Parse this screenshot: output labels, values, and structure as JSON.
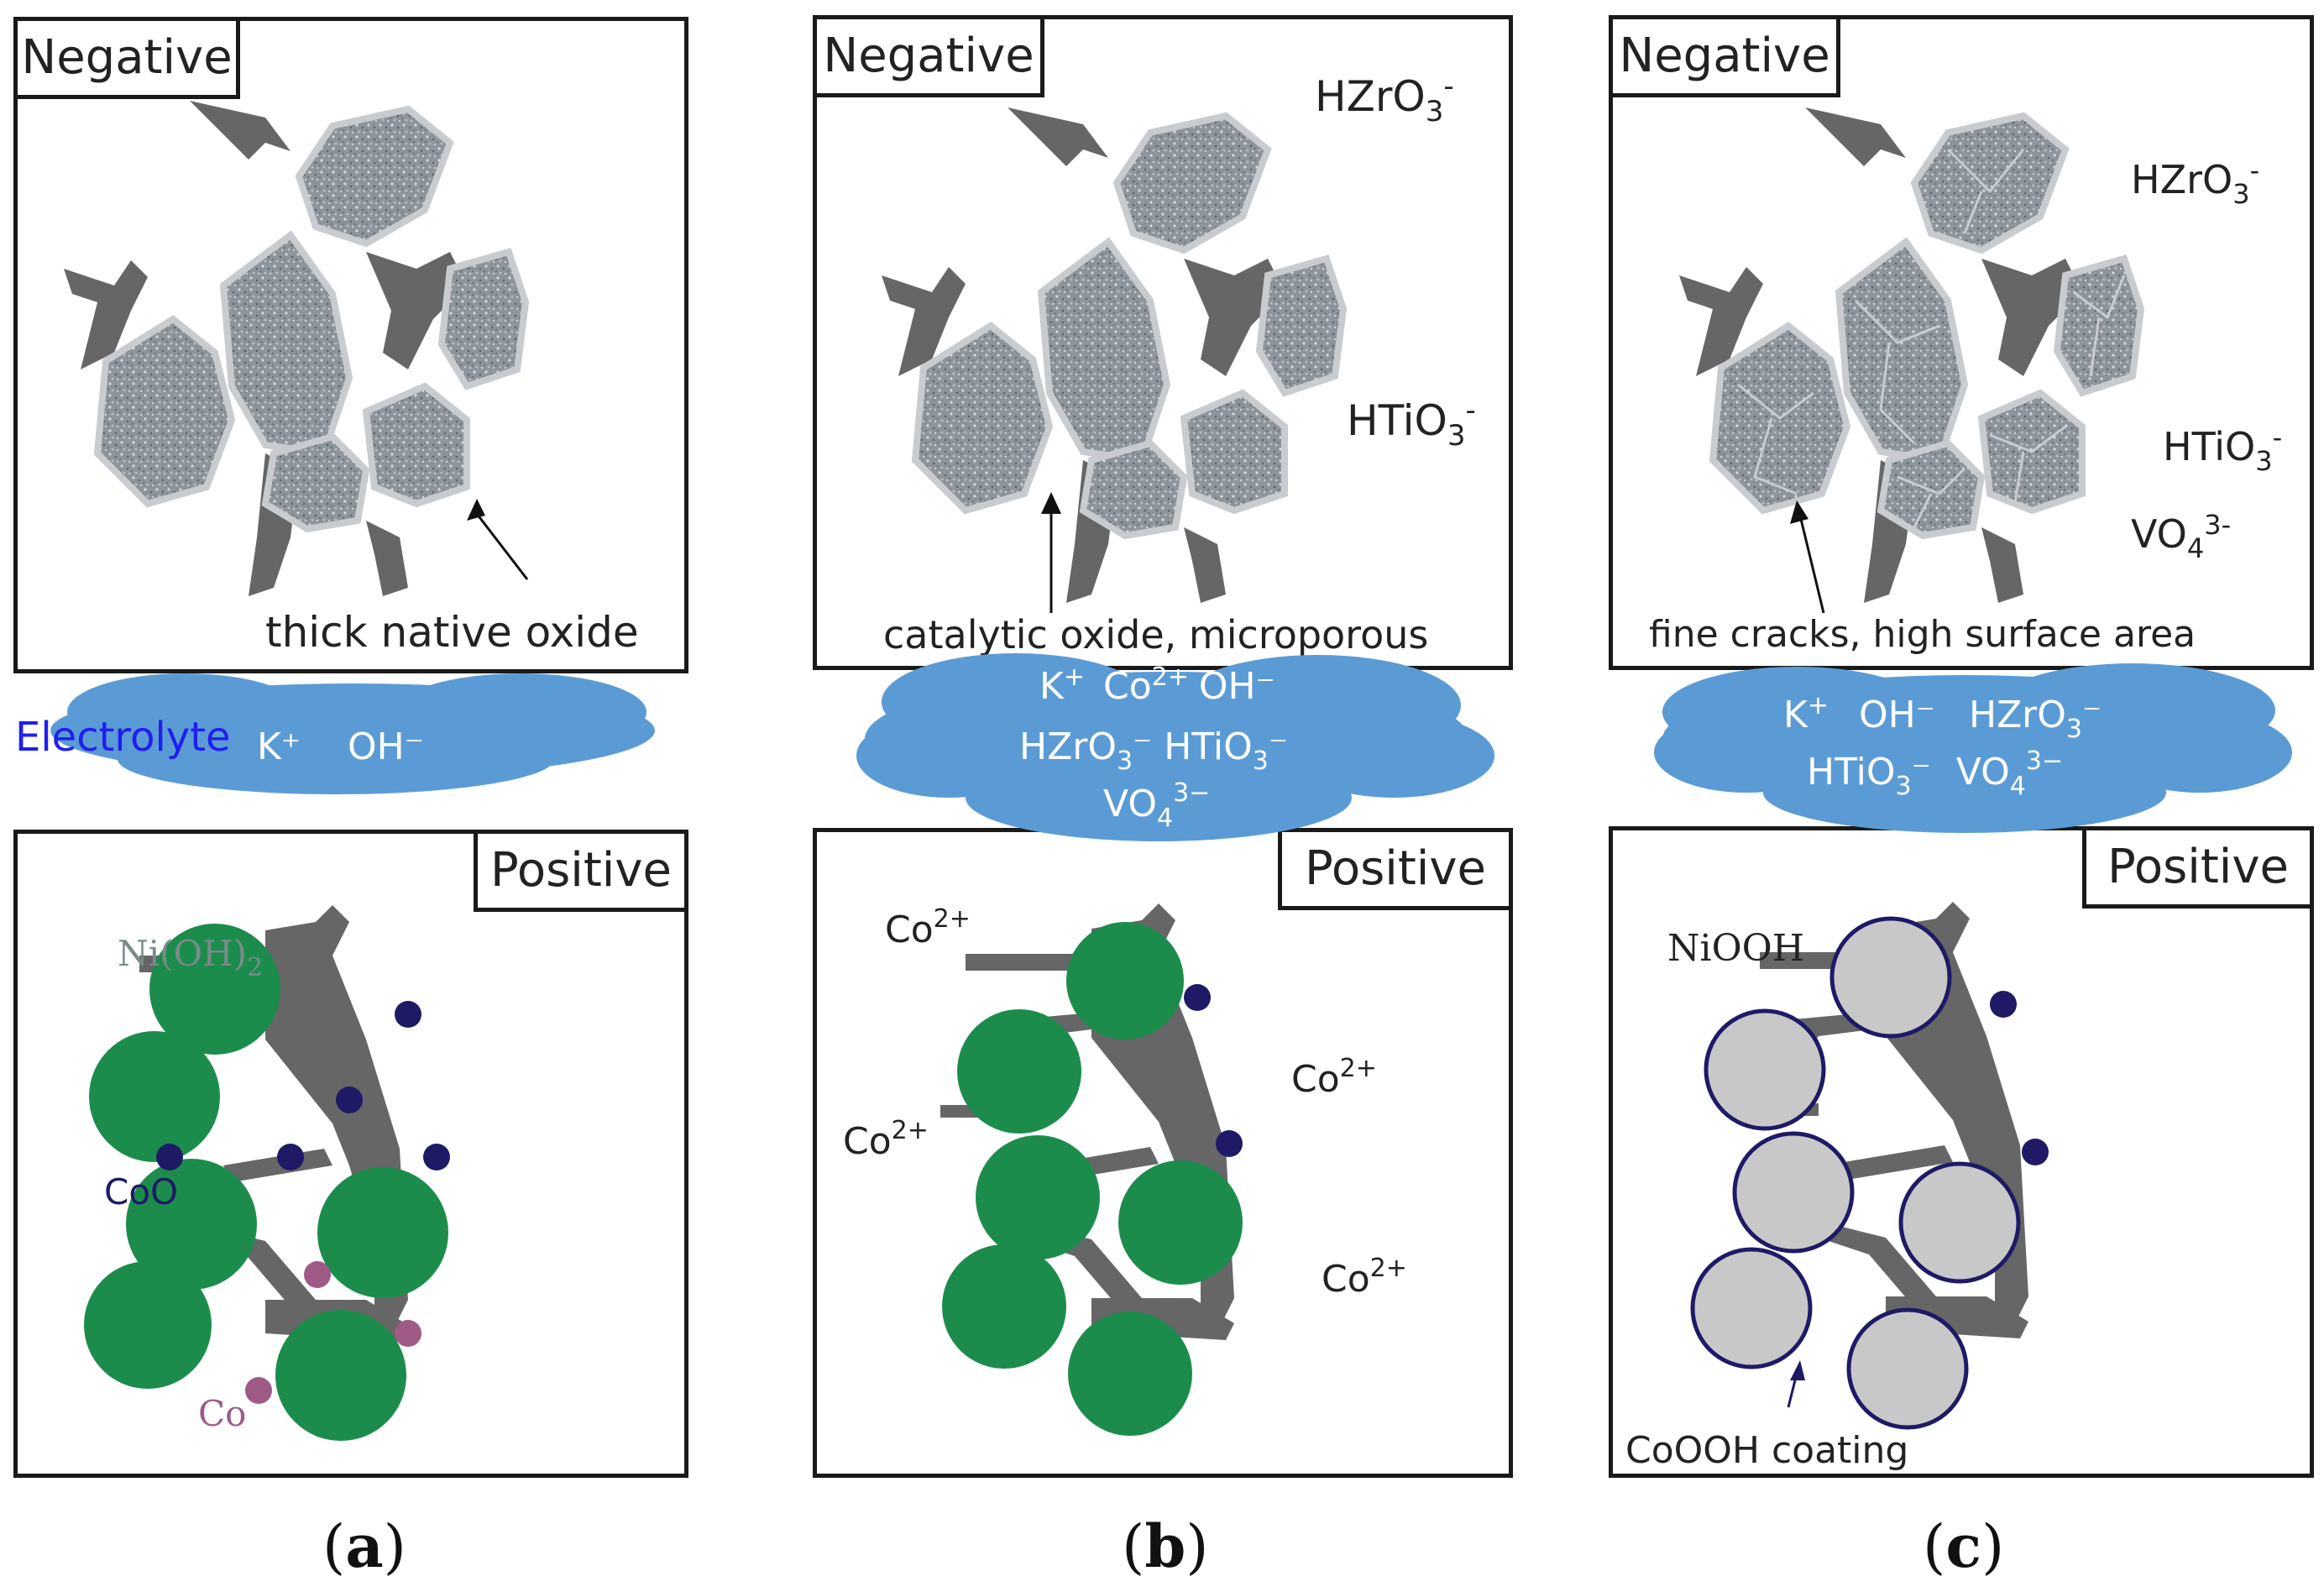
{
  "colors": {
    "particle_fill": "#8c949c",
    "particle_rim": "#c8ccd0",
    "binder": "#666666",
    "electrolyte_cloud": "#5b9bd5",
    "nickel_hydroxide": "#1c8c4c",
    "nickel_oxyhydroxide": "#c8c8c8",
    "cobalt_oxide": "#1e1a66",
    "cobalt_metal": "#a05a86",
    "electrolyte_label": "#1f1ff0"
  },
  "panel_a": {
    "negative_label": "Negative",
    "annotation": "thick native oxide",
    "electrolyte_label": "Electrolyte",
    "cloud_k": "K⁺",
    "cloud_oh": "OH⁻",
    "positive_label": "Positive",
    "nioh2": "Ni(OH)",
    "nioh2_sub": "2",
    "coo": "CoO",
    "co": "Co",
    "caption_open": "(",
    "caption_letter": "a",
    "caption_close": ")"
  },
  "panel_b": {
    "negative_label": "Negative",
    "hzro3": "HZrO",
    "hzro3_sub": "3",
    "hzro3_sup": "-",
    "htio3": "HTiO",
    "htio3_sub": "3",
    "htio3_sup": "-",
    "annotation": "catalytic oxide, microporous",
    "cloud_line1_k": "K",
    "cloud_line1_k_sup": "+",
    "cloud_line1_co": "Co",
    "cloud_line1_co_sup": "2+",
    "cloud_line1_oh": "OH⁻",
    "cloud_line2_hzr": "HZrO",
    "cloud_line2_hzr_sub": "3",
    "cloud_line2_hzr_sup": "⁻",
    "cloud_line2_hti": "HTiO",
    "cloud_line2_hti_sub": "3",
    "cloud_line2_hti_sup": "⁻",
    "cloud_line3_vo": "VO",
    "cloud_line3_vo_sub": "4",
    "cloud_line3_vo_sup": "3−",
    "positive_label": "Positive",
    "co2_label": "Co",
    "co2_sup": "2+",
    "caption_open": "(",
    "caption_letter": "b",
    "caption_close": ")"
  },
  "panel_c": {
    "negative_label": "Negative",
    "hzro3": "HZrO",
    "hzro3_sub": "3",
    "hzro3_sup": "-",
    "htio3": "HTiO",
    "htio3_sub": "3",
    "htio3_sup": "-",
    "vo4": "VO",
    "vo4_sub": "4",
    "vo4_sup": "3-",
    "annotation": "fine cracks, high surface area",
    "cloud_k": "K",
    "cloud_k_sup": "+",
    "cloud_oh": "OH⁻",
    "cloud_hzr": "HZrO",
    "cloud_hzr_sub": "3",
    "cloud_hzr_sup": "⁻",
    "cloud_hti": "HTiO",
    "cloud_hti_sub": "3",
    "cloud_hti_sup": "⁻",
    "cloud_vo": "VO",
    "cloud_vo_sub": "4",
    "cloud_vo_sup": "3−",
    "positive_label": "Positive",
    "niooh": "NiOOH",
    "coating": "CoOOH coating",
    "caption_open": "(",
    "caption_letter": "c",
    "caption_close": ")"
  }
}
